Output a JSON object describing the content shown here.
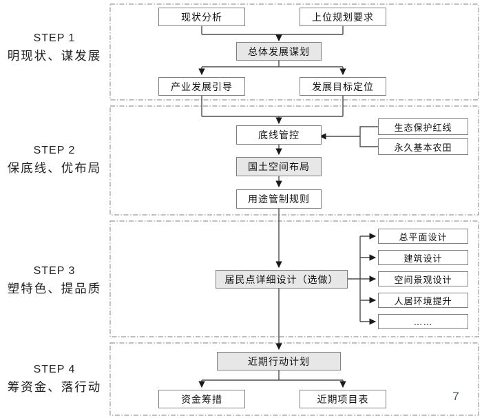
{
  "page": {
    "number": "7"
  },
  "steps": [
    {
      "en": "STEP 1",
      "cn": "明现状、谋发展"
    },
    {
      "en": "STEP 2",
      "cn": "保底线、优布局"
    },
    {
      "en": "STEP 3",
      "cn": "塑特色、提品质"
    },
    {
      "en": "STEP 4",
      "cn": "筹资金、落行动"
    }
  ],
  "nodes": {
    "status_analysis": "现状分析",
    "upper_plan_req": "上位规划要求",
    "overall_dev_plan": "总体发展谋划",
    "industry_guidance": "产业发展引导",
    "dev_goal_position": "发展目标定位",
    "bottom_line_control": "底线管控",
    "eco_protection_redline": "生态保护红线",
    "permanent_farmland": "永久基本农田",
    "territorial_spatial_layout": "国土空间布局",
    "use_control_rules": "用途管制规则",
    "settlement_detail_design": "居民点详细设计（选做）",
    "master_plane_design": "总平面设计",
    "architecture_design": "建筑设计",
    "spatial_landscape_design": "空间景观设计",
    "living_environment_improve": "人居环境提升",
    "ellipsis": "……",
    "near_term_action_plan": "近期行动计划",
    "fund_raising": "资金筹措",
    "near_term_project_list": "近期项目表"
  },
  "colors": {
    "accent_fill": "#e7e7e7",
    "box_border": "#7f7f7f",
    "connector": "#4d4d4d",
    "section_border": "#999999",
    "page_number": "#44546a"
  }
}
